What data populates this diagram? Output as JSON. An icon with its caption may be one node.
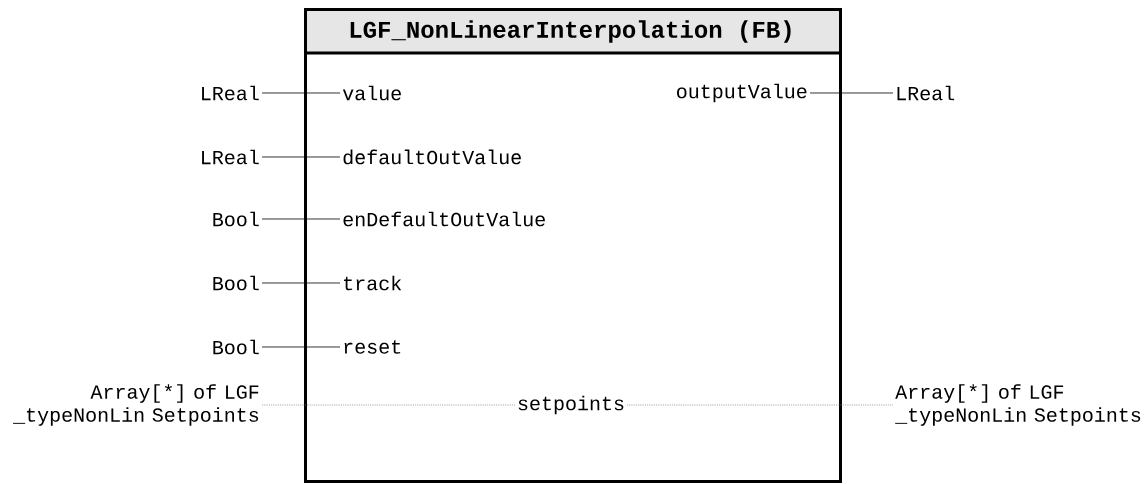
{
  "diagram": {
    "nodes": [
      {
        "text": [
          "LGF_NonLinearInterpolation (FB)"
        ]
      },
      {
        "text": [
          "LReal"
        ]
      },
      {
        "text": [
          "value"
        ],
        "in": 0
      },
      {
        "text": [
          "outputValue"
        ],
        "in": 0
      },
      {
        "text": [
          "LReal"
        ]
      },
      {
        "text": [
          "LReal"
        ]
      },
      {
        "text": [
          "defaultOutValue"
        ],
        "in": 0
      },
      {
        "text": [
          "Bool"
        ]
      },
      {
        "text": [
          "enDefaultOutValue"
        ],
        "in": 0
      },
      {
        "text": [
          "Bool"
        ]
      },
      {
        "text": [
          "track"
        ],
        "in": 0
      },
      {
        "text": [
          "Bool"
        ]
      },
      {
        "text": [
          "reset"
        ],
        "in": 0
      },
      {
        "text": [
          "Array[*] of LGF _typeNonLin Setpoints"
        ]
      },
      {
        "text": [
          "setpoints"
        ],
        "in": 0
      },
      {
        "text": [
          "Array[*] of LGF _typeNonLin Setpoints"
        ]
      }
    ],
    "edges": [
      {
        "from": 1,
        "to": 2,
        "arrow": "none"
      },
      {
        "from": 3,
        "to": 4,
        "arrow": "none"
      },
      {
        "from": 5,
        "to": 6,
        "arrow": "none"
      },
      {
        "from": 7,
        "to": 8,
        "arrow": "none"
      },
      {
        "from": 9,
        "to": 10,
        "arrow": "none"
      },
      {
        "from": 11,
        "to": 12,
        "arrow": "none"
      },
      {
        "from": 13,
        "to": 14,
        "arrow": "none",
        "style": "dashed",
        "color": "#808080"
      },
      {
        "from": 14,
        "to": 15,
        "arrow": "none",
        "style": "dashed",
        "color": "#808080"
      }
    ]
  }
}
